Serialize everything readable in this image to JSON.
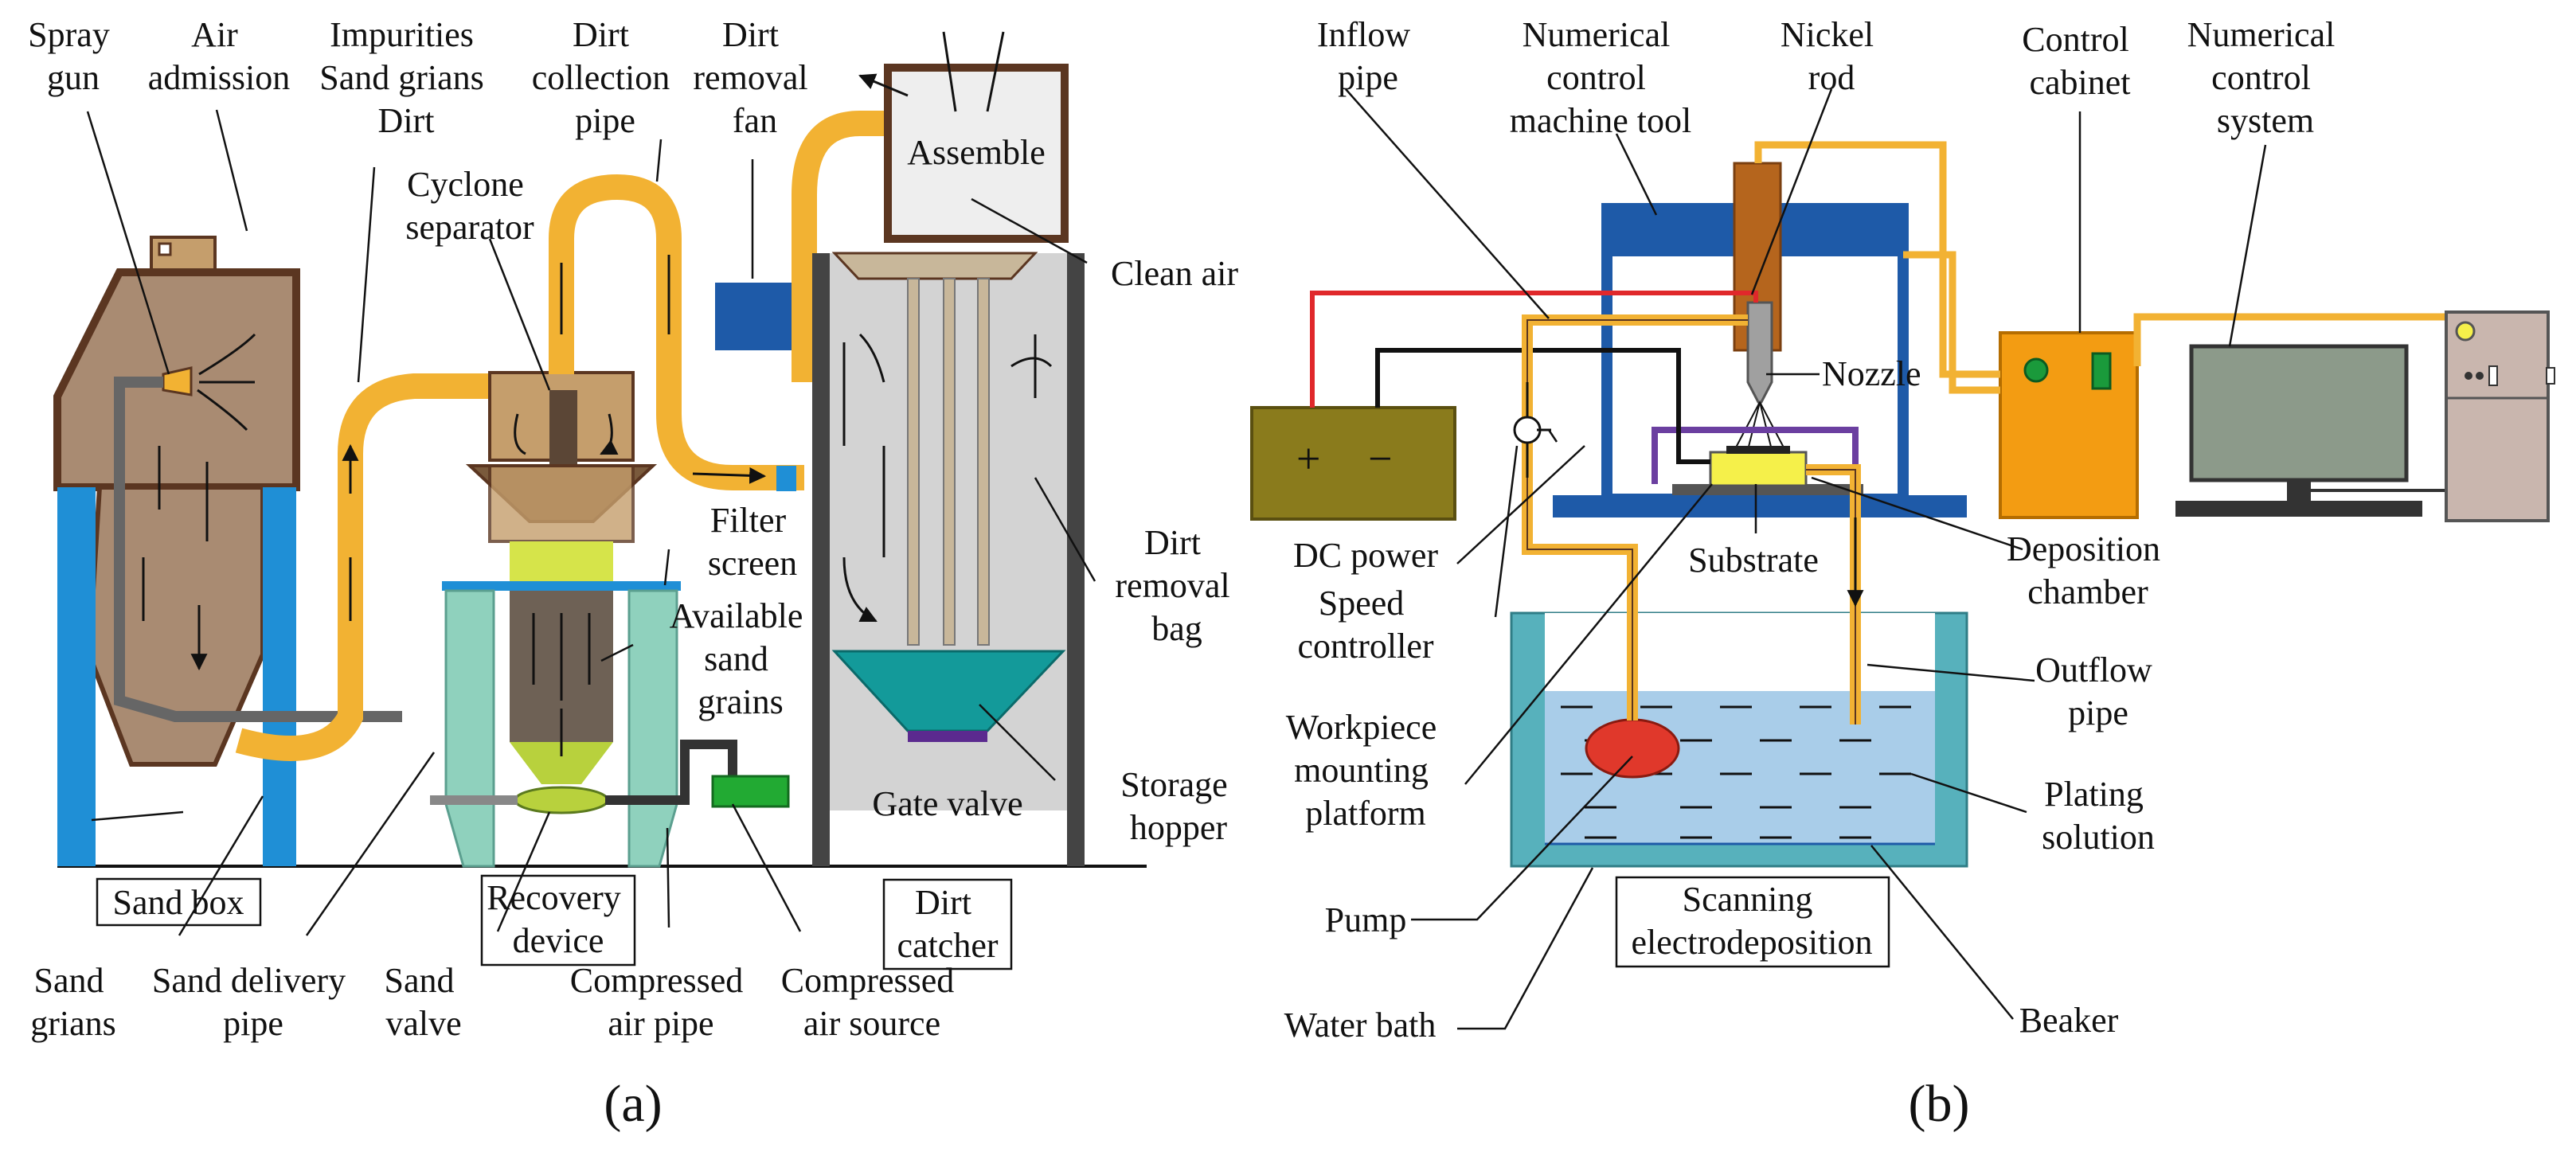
{
  "panel_a": {
    "caption": "(a)",
    "labels": {
      "spray_gun": [
        "Spray",
        "gun"
      ],
      "air_admission": [
        "Air",
        "admission"
      ],
      "impurities": [
        "Impurities",
        "Sand grians",
        "Dirt"
      ],
      "dirt_collection_pipe": [
        "Dirt",
        "collection",
        "pipe"
      ],
      "dirt_removal_fan": [
        "Dirt",
        "removal",
        "fan"
      ],
      "cyclone_separator": [
        "Cyclone",
        "separator"
      ],
      "assemble": "Assemble",
      "clean_air": "Clean air",
      "filter_screen": [
        "Filter",
        "screen"
      ],
      "available_sand": [
        "Available",
        "sand",
        "grains"
      ],
      "dirt_removal_bag": [
        "Dirt",
        "removal",
        "bag"
      ],
      "storage_hopper": [
        "Storage",
        "hopper"
      ],
      "gate_valve": "Gate valve",
      "sand_box": "Sand box",
      "recovery_device": [
        "Recovery",
        "device"
      ],
      "dirt_catcher": [
        "Dirt",
        "catcher"
      ],
      "sand_grians": [
        "Sand",
        "grians"
      ],
      "sand_delivery_pipe": [
        "Sand delivery",
        "pipe"
      ],
      "sand_valve": [
        "Sand",
        "valve"
      ],
      "compressed_air_pipe": [
        "Compressed",
        "air pipe"
      ],
      "compressed_air_source": [
        "Compressed",
        "air source"
      ]
    }
  },
  "panel_b": {
    "caption": "(b)",
    "labels": {
      "inflow_pipe": [
        "Inflow",
        "pipe"
      ],
      "nc_machine_tool": [
        "Numerical",
        "control",
        "machine tool"
      ],
      "nickel_rod": [
        "Nickel",
        "rod"
      ],
      "control_cabinet": [
        "Control",
        "cabinet"
      ],
      "nc_system": [
        "Numerical",
        "control",
        "system"
      ],
      "nozzle": "Nozzle",
      "dc_power": "DC power",
      "plus": "+",
      "minus": "−",
      "speed_controller": [
        "Speed",
        "controller"
      ],
      "substrate": "Substrate",
      "deposition_chamber": [
        "Deposition",
        "chamber"
      ],
      "workpiece_platform": [
        "Workpiece",
        "mounting",
        "platform"
      ],
      "outflow_pipe": [
        "Outflow",
        "pipe"
      ],
      "plating_solution": [
        "Plating",
        "solution"
      ],
      "pump": "Pump",
      "scanning_electrodeposition": [
        "Scanning",
        "electrodeposition"
      ],
      "water_bath": "Water bath",
      "beaker": "Beaker"
    }
  },
  "colors": {
    "pipe_orange": "#f2b233",
    "box_brown": "#5b3621",
    "sand_fill": "#a98b72",
    "leg_blue": "#1f8fd6",
    "cyclone_tan": "#c59e6c",
    "filter_lime": "#d6e44a",
    "recovery_teal": "#8fd1bd",
    "hopper_teal": "#139a9a",
    "chamber_grey": "#d3d3d3",
    "valve_green": "#22aa33",
    "machine_blue": "#1e5aa8",
    "dc_olive": "#8a7b1c",
    "cabinet_orange": "#f39c12",
    "monitor_grey": "#8c9a8a",
    "tower_pink": "#c9b6ae",
    "water_blue": "#a9cde9",
    "beaker_teal": "#57b1bc",
    "pump_red": "#e0382b",
    "chamber_purple": "#6b3fa0"
  }
}
